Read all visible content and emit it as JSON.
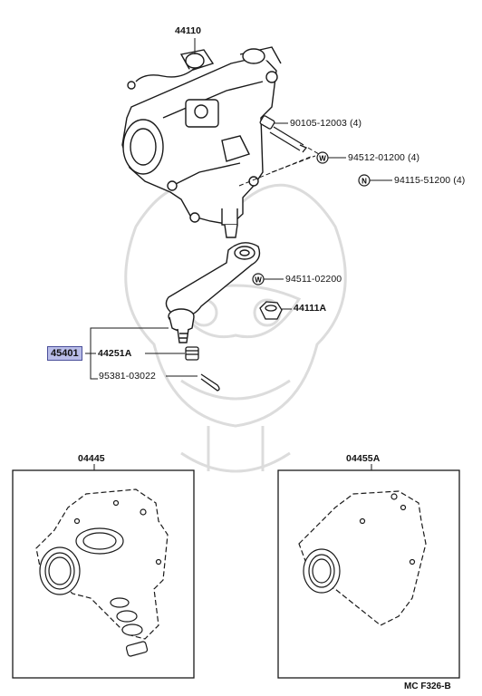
{
  "labels": {
    "gear_box": "44110",
    "bolt": "90105-12003 (4)",
    "washer_1": "94512-01200 (4)",
    "nut_1": "94115-51200 (4)",
    "washer_2": "94511-02200",
    "nut_2": "44111A",
    "assembly": "45401",
    "ball_joint": "44251A",
    "cotter_pin": "95381-03022",
    "kit_1": "04445",
    "kit_2": "04455A"
  },
  "footer": "MC F326-B",
  "colors": {
    "line": "#1a1a1a",
    "highlight": "#b9bde8",
    "watermark": "#d9d9d9"
  },
  "icons": {
    "washer_badge": "W",
    "nut_badge": "N"
  }
}
